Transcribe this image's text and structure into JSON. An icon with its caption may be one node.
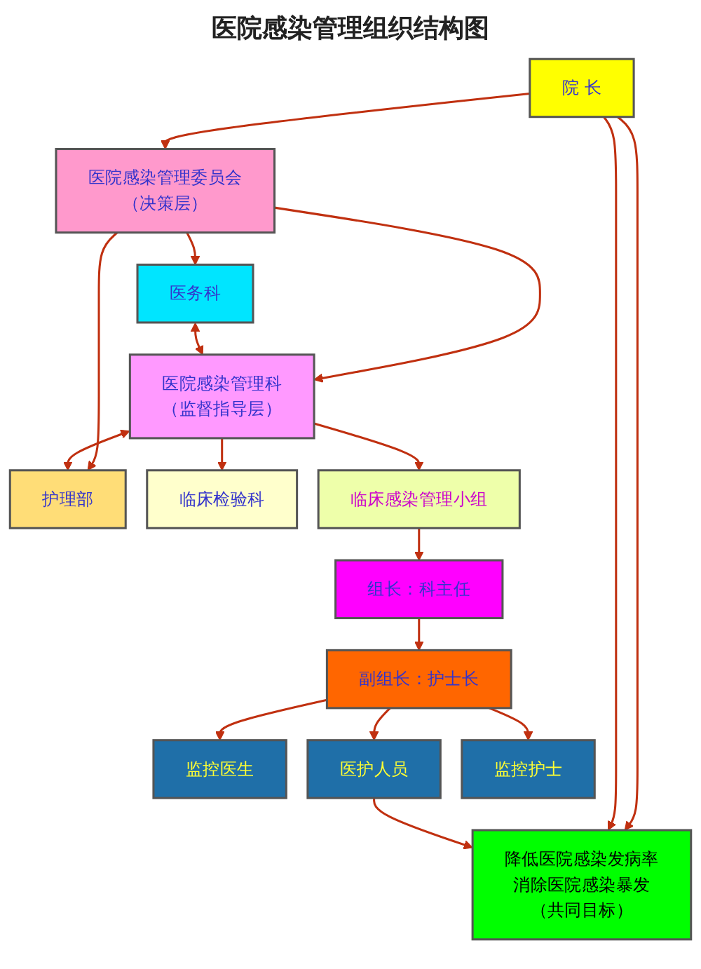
{
  "diagram": {
    "title": "医院感染管理组织结构图",
    "nodes": [
      {
        "text": [
          "院 长"
        ]
      },
      {
        "text": [
          "医院感染管理委员会",
          "（决策层）"
        ]
      },
      {
        "text": [
          "医务科"
        ]
      },
      {
        "text": [
          "医院感染管理科",
          "（监督指导层）"
        ]
      },
      {
        "text": [
          "护理部"
        ]
      },
      {
        "text": [
          "临床检验科"
        ]
      },
      {
        "text": [
          "临床感染管理小组"
        ]
      },
      {
        "text": [
          "组长：科主任"
        ]
      },
      {
        "text": [
          "副组长：护士长"
        ]
      },
      {
        "text": [
          "监控医生"
        ]
      },
      {
        "text": [
          "医护人员"
        ]
      },
      {
        "text": [
          "监控护士"
        ]
      },
      {
        "text": [
          "降低医院感染发病率",
          "消除医院感染暴发",
          "（共同目标）"
        ]
      }
    ],
    "edges": [
      {
        "from": 0,
        "to": 1,
        "arrow": "to"
      },
      {
        "from": 0,
        "to": 12,
        "arrow": "to"
      },
      {
        "from": 0,
        "to": 12,
        "arrow": "to"
      },
      {
        "from": 1,
        "to": 2,
        "arrow": "to"
      },
      {
        "from": 1,
        "to": 3,
        "arrow": "to"
      },
      {
        "from": 1,
        "to": 4,
        "arrow": "to"
      },
      {
        "from": 2,
        "to": 3,
        "arrow": "both"
      },
      {
        "from": 3,
        "to": 4,
        "arrow": "both"
      },
      {
        "from": 3,
        "to": 5,
        "arrow": "to"
      },
      {
        "from": 3,
        "to": 6,
        "arrow": "to"
      },
      {
        "from": 6,
        "to": 7,
        "arrow": "to"
      },
      {
        "from": 7,
        "to": 8,
        "arrow": "to"
      },
      {
        "from": 8,
        "to": 9,
        "arrow": "to"
      },
      {
        "from": 8,
        "to": 10,
        "arrow": "to"
      },
      {
        "from": 8,
        "to": 11,
        "arrow": "to"
      },
      {
        "from": 10,
        "to": 12,
        "arrow": "to"
      }
    ]
  }
}
